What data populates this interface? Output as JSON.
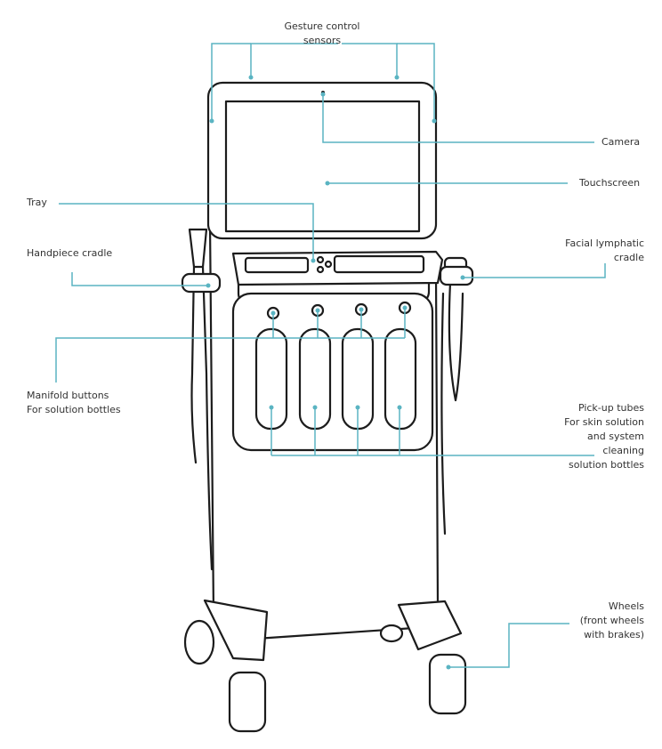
{
  "callouts": {
    "gesture_sensors": [
      "Gesture control",
      "sensors"
    ],
    "camera": [
      "Camera"
    ],
    "touchscreen": [
      "Touchscreen"
    ],
    "tray": [
      "Tray"
    ],
    "handpiece_cradle": [
      "Handpiece cradle"
    ],
    "facial_lymphatic_cradle": [
      "Facial lymphatic",
      "cradle"
    ],
    "manifold_buttons": [
      "Manifold buttons",
      "For solution bottles"
    ],
    "pickup_tubes": [
      "Pick-up tubes",
      "For skin solution",
      "and system",
      "cleaning",
      "solution bottles"
    ],
    "wheels": [
      "Wheels",
      "(front wheels",
      "with brakes)"
    ]
  },
  "colors": {
    "leader_line": "#5ab4c2",
    "drawing_stroke": "#1c1c1c",
    "label_text": "#333333",
    "background": "#ffffff"
  }
}
